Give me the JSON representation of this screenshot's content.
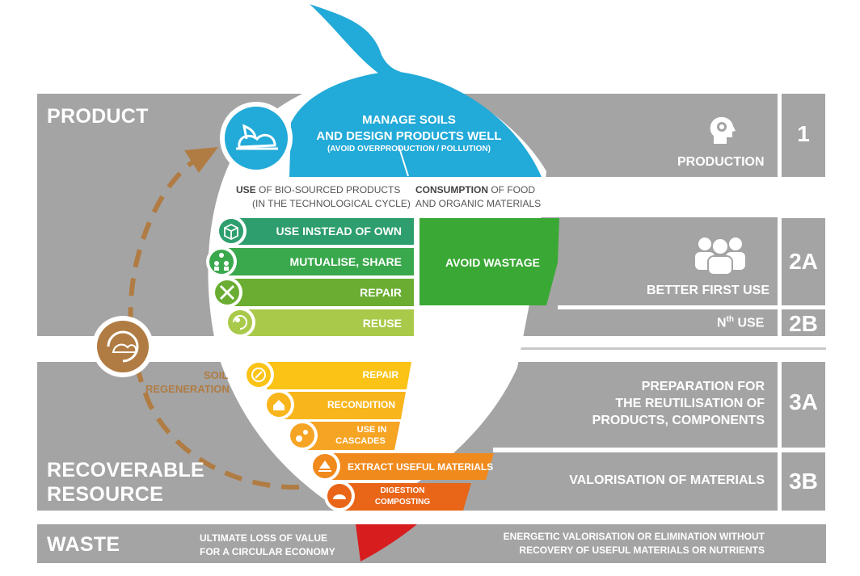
{
  "sections": {
    "product": "PRODUCT",
    "recoverable_line1": "RECOVERABLE",
    "recoverable_line2": "RESOURCE",
    "waste": "WASTE"
  },
  "levels": {
    "l1": "1",
    "l2a": "2A",
    "l2b": "2B",
    "l3a": "3A",
    "l3b": "3B"
  },
  "right_labels": {
    "production": "PRODUCTION",
    "better_first_use": "BETTER FIRST USE",
    "nth_use_n": "N",
    "nth_use_sup": "th",
    "nth_use_rest": " USE",
    "prep_line1": "PREPARATION FOR",
    "prep_line2": "THE REUTILISATION OF",
    "prep_line3": "PRODUCTS, COMPONENTS",
    "valorisation": "VALORISATION OF MATERIALS",
    "energetic_line1": "ENERGETIC VALORISATION OR ELIMINATION WITHOUT",
    "energetic_line2": "RECOVERY OF USEFUL MATERIALS OR NUTRIENTS"
  },
  "top": {
    "title_line1": "MANAGE SOILS",
    "title_line2": "AND DESIGN PRODUCTS WELL",
    "subtitle": "(AVOID OVERPRODUCTION / POLLUTION)"
  },
  "columns": {
    "use_bold": "USE",
    "use_rest": " OF BIO-SOURCED PRODUCTS",
    "use_line2": "(IN THE TECHNOLOGICAL CYCLE)",
    "consumption_bold": "CONSUMPTION",
    "consumption_rest": " OF FOOD",
    "consumption_line2": "AND ORGANIC MATERIALS"
  },
  "green_bars": [
    {
      "label": "USE INSTEAD OF OWN",
      "color": "#2e9e6e",
      "icon": "box-icon"
    },
    {
      "label": "MUTUALISE, SHARE",
      "color": "#3aa84c",
      "icon": "people-share-icon"
    },
    {
      "label": "REPAIR",
      "color": "#6aad32",
      "icon": "tools-icon"
    },
    {
      "label": "REUSE",
      "color": "#a9c94a",
      "icon": "reuse-icon"
    }
  ],
  "avoid_wastage": "AVOID WASTAGE",
  "orange_bars": [
    {
      "label": "REPAIR",
      "color": "#fbc316",
      "icon": "repair-cycle-icon"
    },
    {
      "label": "RECONDITION",
      "color": "#f8b51c",
      "icon": "recondition-icon"
    },
    {
      "label_line1": "USE IN",
      "label_line2": "CASCADES",
      "color": "#f6a424",
      "icon": "cascade-icon"
    },
    {
      "label": "EXTRACT USEFUL MATERIALS",
      "color": "#f08a1c",
      "icon": "extract-icon"
    },
    {
      "label_line1": "DIGESTION",
      "label_line2": "COMPOSTING",
      "color": "#e96517",
      "icon": "compost-icon"
    }
  ],
  "soil": {
    "line1": "SOIL",
    "line2": "REGENERATION",
    "color": "#b07c43"
  },
  "waste_note": {
    "line1": "ULTIMATE LOSS OF VALUE",
    "line2": "FOR A CIRCULAR ECONOMY"
  },
  "colors": {
    "grey": "#a4a4a4",
    "blue": "#22aad8",
    "green_avoid": "#3aa835",
    "red": "#d81d1f",
    "brown": "#b07c43"
  }
}
